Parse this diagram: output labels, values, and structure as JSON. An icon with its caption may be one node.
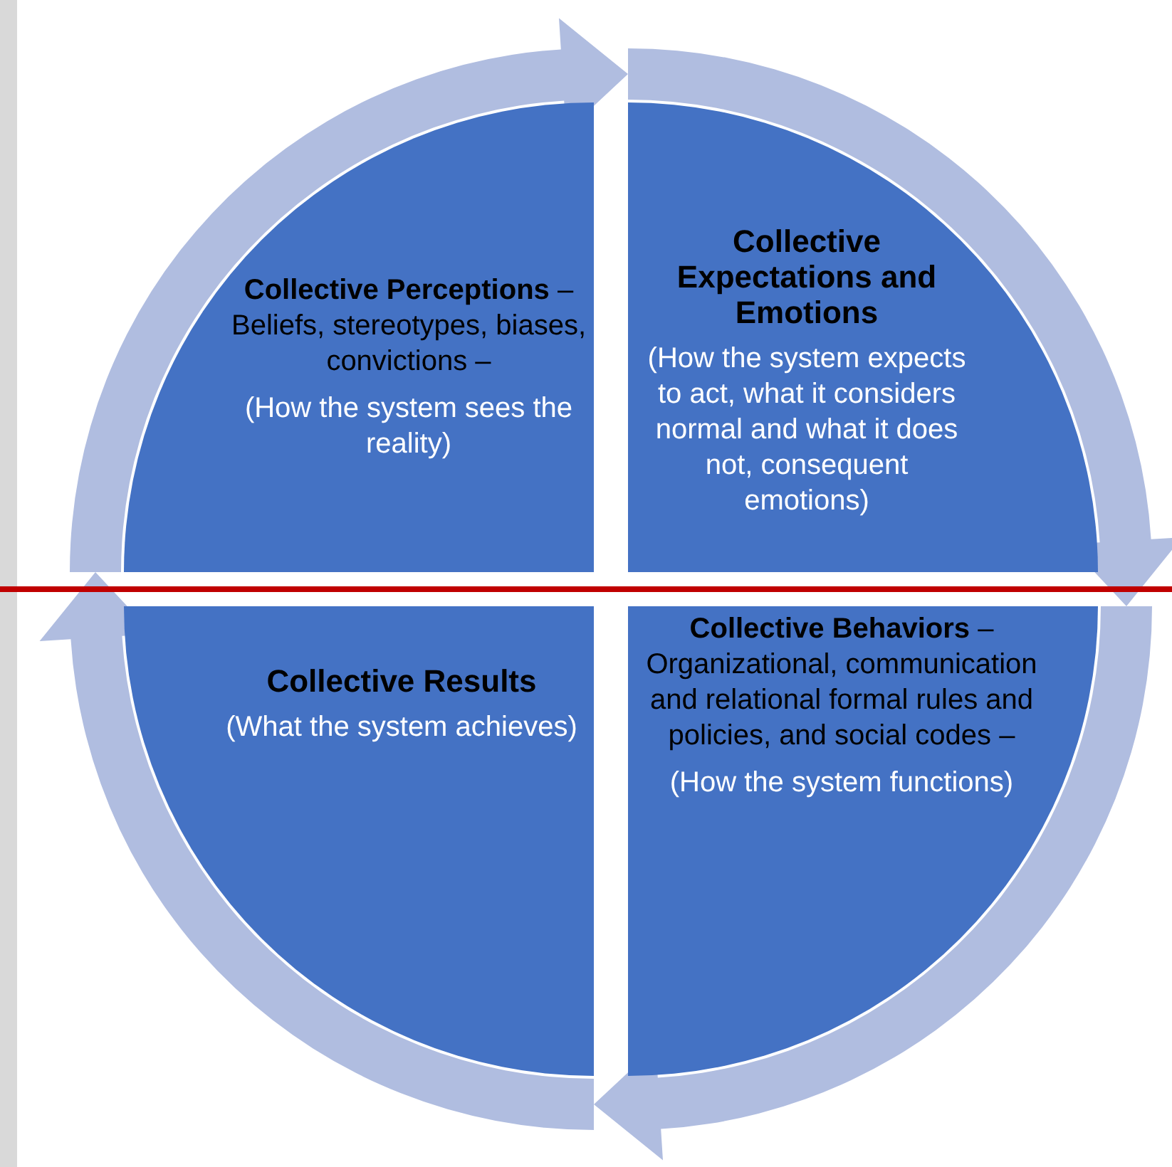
{
  "diagram": {
    "nodes": [
      {
        "text": [
          "**Collective Perceptions** – Beliefs, stereotypes, biases, convictions –",
          "(How the system sees the reality)"
        ]
      },
      {
        "text": [
          "Collective Expectations and Emotions",
          "(How the system expects to act, what it considers normal and what it does not, consequent emotions)"
        ]
      },
      {
        "text": [
          "Collective Results",
          "(What the system achieves)"
        ]
      },
      {
        "text": [
          "**Collective Behaviors** – Organizational, communication and relational formal rules and policies, and social codes –",
          "(How the system functions)"
        ]
      }
    ],
    "edges": [
      {
        "from": 0,
        "to": 1,
        "arrow": "to"
      },
      {
        "from": 1,
        "to": 3,
        "arrow": "to"
      },
      {
        "from": 3,
        "to": 2,
        "arrow": "to"
      },
      {
        "from": 2,
        "to": 0,
        "arrow": "to"
      }
    ]
  }
}
